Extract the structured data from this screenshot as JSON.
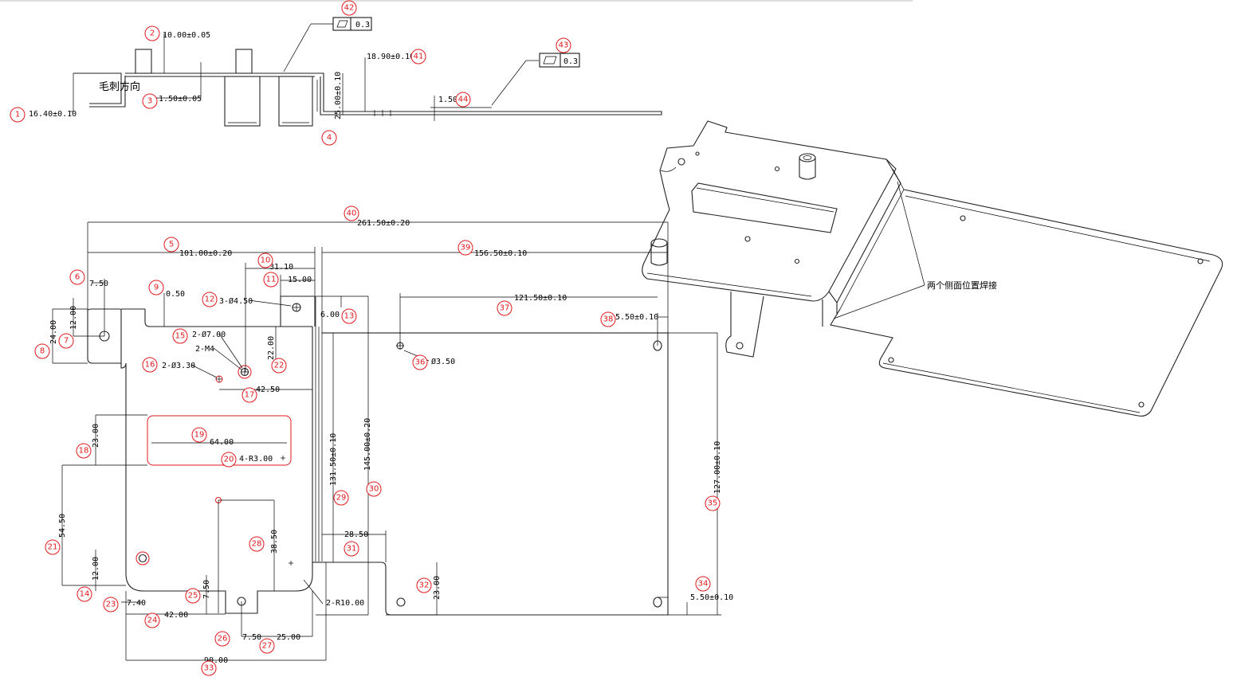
{
  "annotations": {
    "burr_direction": "毛刺方向",
    "weld_note": "两个侧面位置焊接"
  },
  "tolerance_frames": [
    {
      "balloon": "42",
      "symbol": "flatness",
      "value": "0.3"
    },
    {
      "balloon": "43",
      "symbol": "flatness",
      "value": "0.3"
    }
  ],
  "dimensions": {
    "d1": "16.40±0.10",
    "d2": "10.00±0.05",
    "d3": "1.50±0.05",
    "d4": "25.00±0.10",
    "d41": "18.90±0.10",
    "d44": "1.50",
    "d40": "261.50±0.20",
    "d5": "101.00±0.20",
    "d39": "156.50±0.10",
    "d10": "31.10",
    "d11": "15.00",
    "d6": "7.50",
    "d9": "0.50",
    "d12": "3-Ø4.50",
    "d13": "6.00",
    "d8": "24.00",
    "d7": "12.00",
    "d15": "2-Ø7.00",
    "d15b": "2-M4",
    "d16": "2-Ø3.30",
    "d22": "22.00",
    "d17": "42.50",
    "d37": "121.50±0.10",
    "d38": "5.50±0.10",
    "d36": "Ø3.50",
    "d18": "23.00",
    "d19": "64.00",
    "d20": "4-R3.00",
    "d30": "145.00±0.20",
    "d29": "131.50±0.10",
    "d35": "127.00±0.10",
    "d21": "54.50",
    "d28": "38.50",
    "d31": "28.50",
    "d14": "12.00",
    "d23": "7.40",
    "d24": "42.00",
    "d25": "7.50",
    "d32": "23.00",
    "d34": "5.50±0.10",
    "d26": "7.50",
    "d27": "25.00",
    "d33": "90.00",
    "d_r10": "2-R10.00"
  },
  "balloons": [
    "1",
    "2",
    "3",
    "4",
    "5",
    "6",
    "7",
    "8",
    "9",
    "10",
    "11",
    "12",
    "13",
    "14",
    "15",
    "16",
    "17",
    "18",
    "19",
    "20",
    "21",
    "22",
    "23",
    "24",
    "25",
    "26",
    "27",
    "28",
    "29",
    "30",
    "31",
    "32",
    "33",
    "34",
    "35",
    "36",
    "37",
    "38",
    "39",
    "40",
    "41",
    "42",
    "43",
    "44"
  ]
}
